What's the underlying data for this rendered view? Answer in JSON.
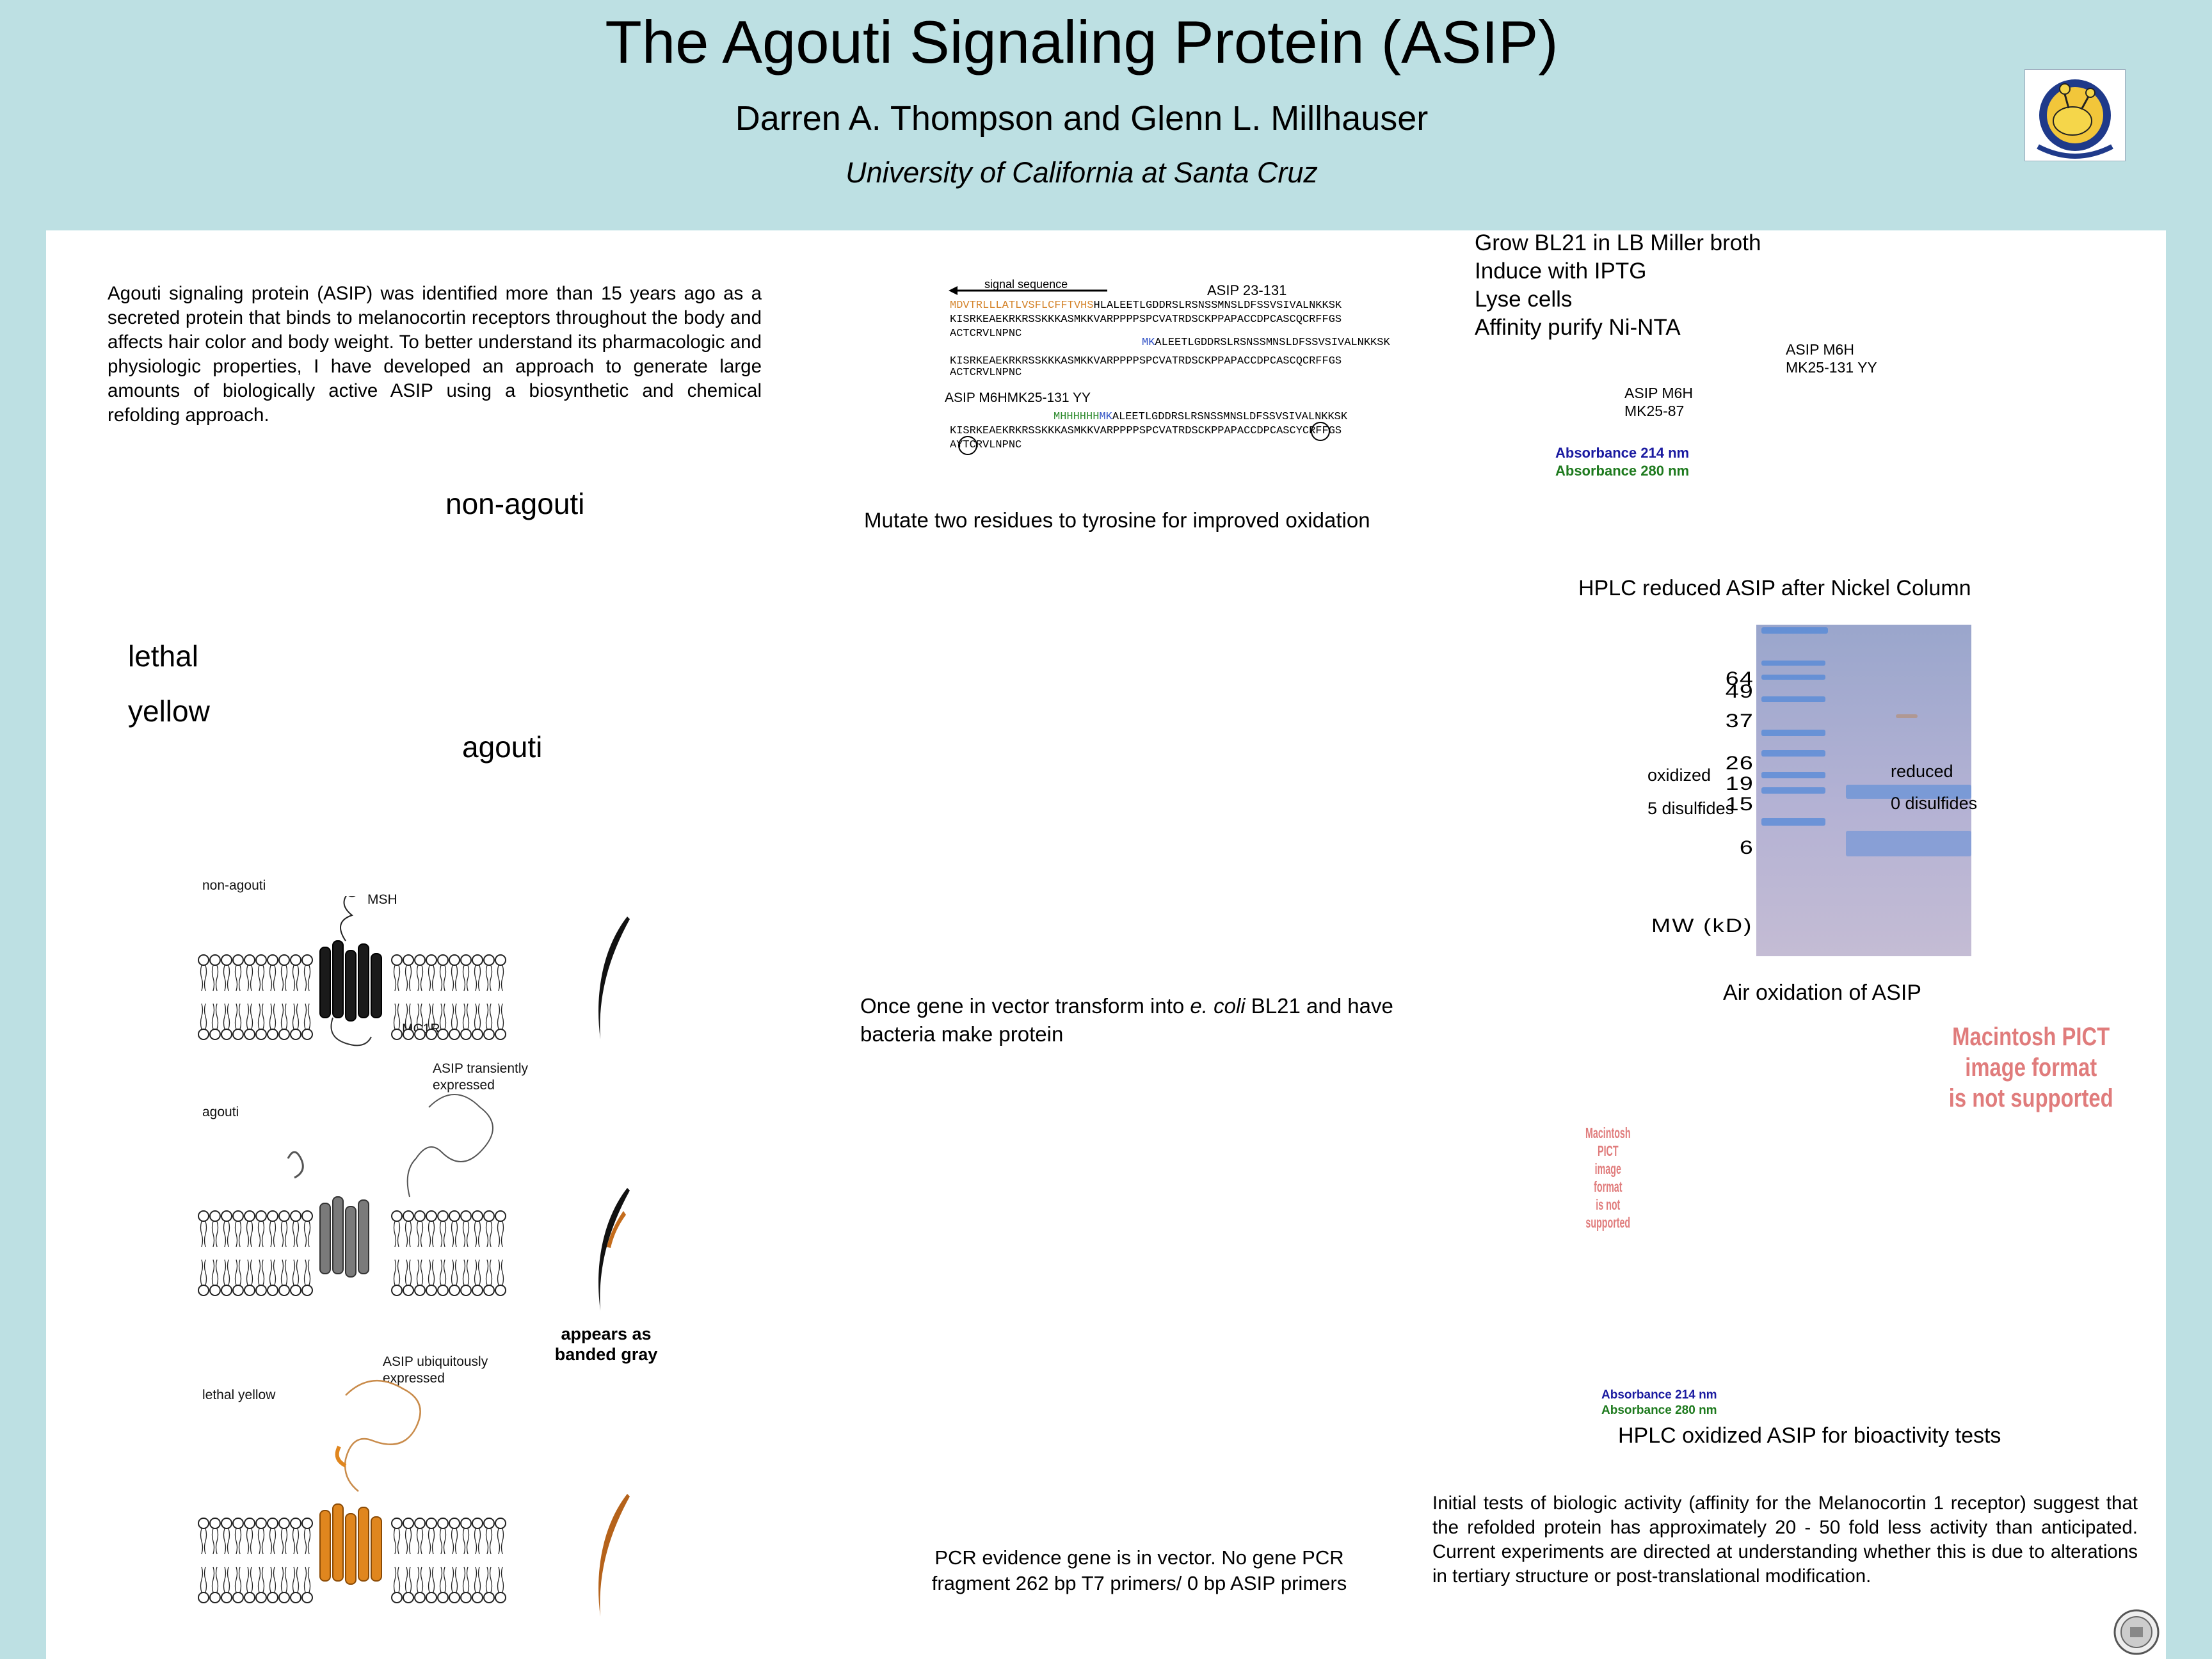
{
  "header": {
    "title": "The Agouti Signaling Protein (ASIP)",
    "authors": "Darren A. Thompson and Glenn L. Millhauser",
    "affiliation": "University of California at Santa Cruz"
  },
  "intro": {
    "text": "Agouti signaling protein (ASIP) was identified more than 15 years ago as a secreted protein that binds to melanocortin receptors throughout the body and affects hair color and body weight. To better understand its pharmacologic and physiologic properties, I have developed an approach to generate large amounts of biologically active ASIP using a biosynthetic and chemical refolding approach."
  },
  "phenotypes": {
    "non_agouti": "non-agouti",
    "lethal": "lethal",
    "yellow": "yellow",
    "agouti": "agouti"
  },
  "membrane_figure": {
    "panel1_label": "non-agouti",
    "msh": "MSH",
    "mc1r": "MC1R",
    "panel2_label": "agouti",
    "asip_transient_1": "ASIP transiently",
    "asip_transient_2": "expressed",
    "panel3_label": "lethal yellow",
    "asip_ubiq_1": "ASIP ubiquitously",
    "asip_ubiq_2": "expressed",
    "banded_1": "appears as",
    "banded_2": "banded gray"
  },
  "sequence": {
    "signal_label": "signal sequence",
    "asip_label": "ASIP 23-131",
    "line1_signal": "MDVTRLLLATLVSFLCFFTVHS",
    "line1_rest": "HLALEETLGDDRSLRSNSSMNSLDFSSVSIVALNKKSK",
    "line2": "KISRKEAEKRKRSSKKKASMKKVARPPPPSPCVATRDSCKPPAPACCDPCASCQCRFFGS",
    "line3": "ACTCRVLNPNC",
    "line4_pre": "MK",
    "line4_rest": "ALEETLGDDRSLRSNSSMNSLDFSSVSIVALNKKSK",
    "line5": "KISRKEAEKRKRSSKKKASMKKVARPPPPSPCVATRDSCKPPAPACCDPCASCQCRFFGS",
    "line6": "ACTCRVLNPNC",
    "construct_label": "ASIP M6HMK25-131 YY",
    "line7_his": "MHHHHHH",
    "line7_mk": "MK",
    "line7_rest": "ALEETLGDDRSLRSNSSMNSLDFSSVSIVALNKKSK",
    "line8": "KISRKEAEKRKRSSKKKASMKKVARPPPPSPCVATRDSCKPPAPACCDPCASCYCRFFGS",
    "line9": "AYTCRVLNPNC",
    "caption": "Mutate two residues to tyrosine for improved oxidation"
  },
  "middle": {
    "transform_1": "Once gene in vector transform into ",
    "transform_em": "e. coli",
    "transform_2": " BL21 and have",
    "transform_3": "bacteria make protein",
    "pcr_1": "PCR evidence gene is in vector. No gene PCR",
    "pcr_2": "fragment 262 bp T7 primers/  0 bp ASIP primers"
  },
  "purification": {
    "steps": [
      "Grow BL21 in LB Miller broth",
      "Induce with IPTG",
      "Lyse cells",
      "Affinity purify Ni-NTA"
    ],
    "peak1_a": "ASIP M6H",
    "peak1_b": "MK25-87",
    "peak2_a": "ASIP M6H",
    "peak2_b": "MK25-131 YY",
    "abs214": "Absorbance 214 nm",
    "abs280": "Absorbance 280 nm",
    "hplc_reduced": "HPLC reduced ASIP after Nickel Column"
  },
  "gel": {
    "mw_labels": [
      "64",
      "49",
      "37",
      "26",
      "19",
      "15",
      "6"
    ],
    "mw_axis": "MW (kD)",
    "oxidized": "oxidized",
    "oxidized_ss": "5 disulfides",
    "reduced": "reduced",
    "reduced_ss": "0 disulfides",
    "caption": "Air oxidation of ASIP"
  },
  "placeholders": {
    "pict_1": "Macintosh PICT",
    "pict_2": "image format",
    "pict_3": "is not supported"
  },
  "oxidized_hplc": {
    "abs214": "Absorbance 214 nm",
    "abs280": "Absorbance 280 nm",
    "caption": "HPLC oxidized ASIP for bioactivity tests"
  },
  "conclusion": {
    "text": "Initial tests of biologic activity (affinity for the Melanocortin 1 receptor) suggest that the refolded protein has approximately 20 - 50 fold less activity than anticipated. Current experiments are directed at understanding whether this is due to alterations in tertiary structure or post-translational modification."
  },
  "colors": {
    "background": "#bde0e3",
    "signal_orange": "#d4832a",
    "his_green": "#2e8b2e",
    "mk_blue": "#2e4fc4",
    "abs214_blue": "#1a1aa0",
    "abs280_green": "#1e7a1e",
    "pict_red": "#e07c7c"
  }
}
